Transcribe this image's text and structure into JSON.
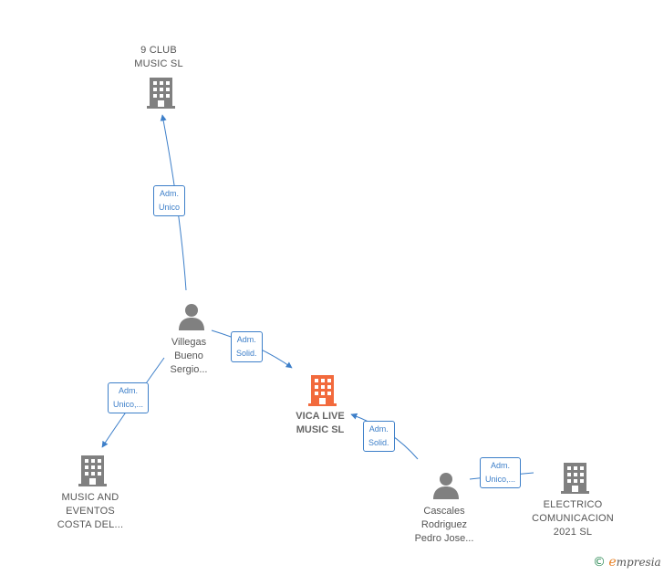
{
  "colors": {
    "edge": "#3d7fc9",
    "node": "#808080",
    "focus_node": "#f26a3d",
    "label_text": "#555555"
  },
  "nodes": {
    "club9": {
      "type": "company",
      "lines": [
        "9 CLUB",
        "MUSIC  SL"
      ],
      "icon": "building-icon"
    },
    "villegas": {
      "type": "person",
      "lines": [
        "Villegas",
        "Bueno",
        "Sergio..."
      ],
      "icon": "person-icon"
    },
    "vica": {
      "type": "company-focus",
      "lines": [
        "VICA LIVE",
        "MUSIC  SL"
      ],
      "icon": "building-icon"
    },
    "musicEventos": {
      "type": "company",
      "lines": [
        "MUSIC AND",
        "EVENTOS",
        "COSTA DEL..."
      ],
      "icon": "building-icon"
    },
    "cascales": {
      "type": "person",
      "lines": [
        "Cascales",
        "Rodriguez",
        "Pedro Jose..."
      ],
      "icon": "person-icon"
    },
    "electrico": {
      "type": "company",
      "lines": [
        "ELECTRICO",
        "COMUNICACION",
        "2021  SL"
      ],
      "icon": "building-icon"
    }
  },
  "edges": [
    {
      "from": "villegas",
      "to": "club9",
      "label": [
        "Adm.",
        "Unico"
      ]
    },
    {
      "from": "villegas",
      "to": "vica",
      "label": [
        "Adm.",
        "Solid."
      ]
    },
    {
      "from": "villegas",
      "to": "musicEventos",
      "label": [
        "Adm.",
        "Unico,..."
      ]
    },
    {
      "from": "cascales",
      "to": "vica",
      "label": [
        "Adm.",
        "Solid."
      ]
    },
    {
      "from": "cascales",
      "to": "electrico",
      "label": [
        "Adm.",
        "Unico,..."
      ]
    }
  ],
  "brand": {
    "copyright": "©",
    "initial": "e",
    "rest": "mpresia"
  }
}
